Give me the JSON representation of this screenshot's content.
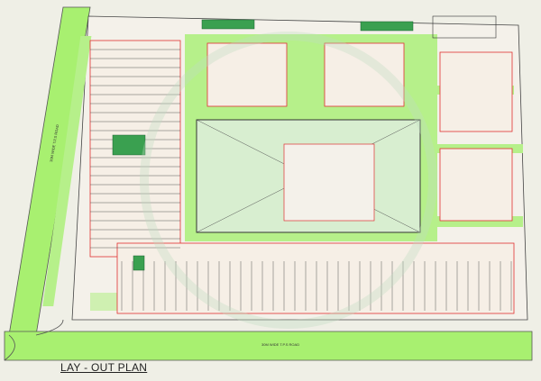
{
  "title": "LAY - OUT PLAN",
  "roads": {
    "bottom": "30M WIDE T.P.S ROAD",
    "left": "30M WIDE T.P.S ROAD"
  },
  "colors": {
    "road_green": "#a8f070",
    "wall_red": "#e03030",
    "background": "#efefe6",
    "line": "#333333",
    "parking_green": "#3aa050"
  }
}
